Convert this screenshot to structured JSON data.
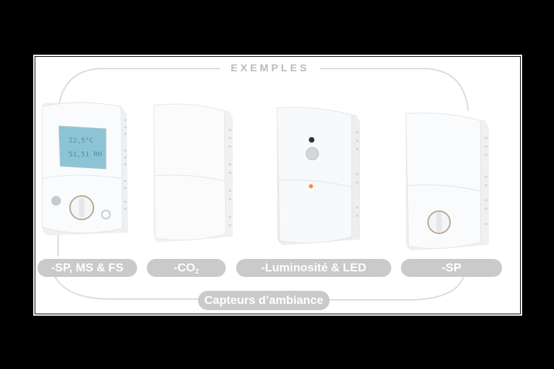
{
  "title": "EXEMPLES",
  "products": [
    {
      "label": "-SP, MS & FS",
      "type": "display-thermostat",
      "lcd": {
        "line1": "22,5°C",
        "line2": "51,51 RH"
      }
    },
    {
      "label_main": "-CO",
      "label_sub": "2",
      "type": "plain-sensor"
    },
    {
      "label": "-Luminosité & LED",
      "type": "light-sensor"
    },
    {
      "label": "-SP",
      "type": "setpoint-sensor"
    }
  ],
  "footer_label": "Capteurs d’ambiance",
  "colors": {
    "background": "#000000",
    "panel": "#ffffff",
    "pill": "#c8cacc",
    "pill_text": "#ffffff",
    "title_text": "#b9bcbf",
    "lcd": "#8cc4d6",
    "led": "#ff8a3d"
  }
}
